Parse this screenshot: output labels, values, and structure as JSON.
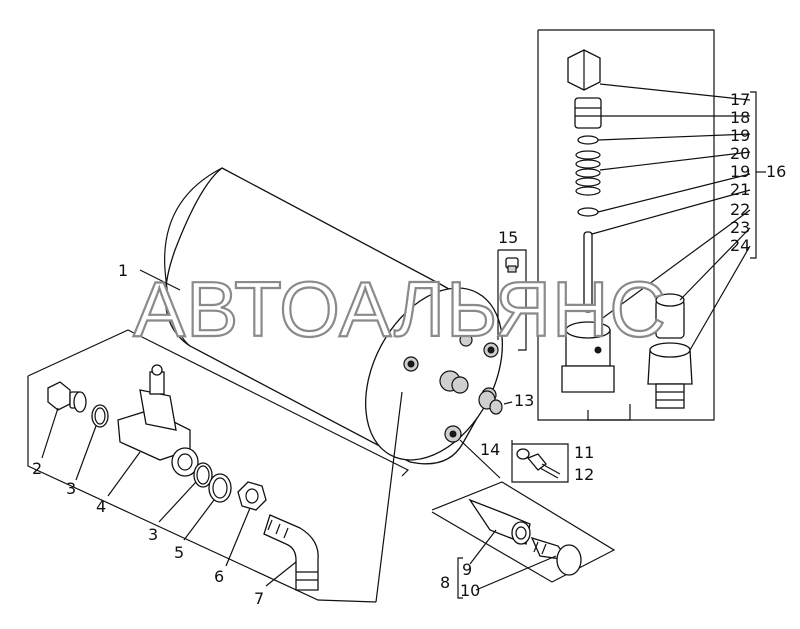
{
  "watermark": "АВТОАЛЬЯНС",
  "callouts": {
    "c1": "1",
    "c2": "2",
    "c3a": "3",
    "c3b": "3",
    "c4": "4",
    "c5": "5",
    "c6": "6",
    "c7": "7",
    "c8": "8",
    "c9": "9",
    "c10": "10",
    "c11": "11",
    "c12": "12",
    "c13": "13",
    "c14": "14",
    "c15": "15",
    "c16": "16",
    "c17": "17",
    "c18": "18",
    "c19a": "19",
    "c20": "20",
    "c19b": "19",
    "c21": "21",
    "c22": "22",
    "c23": "23",
    "c24": "24"
  }
}
